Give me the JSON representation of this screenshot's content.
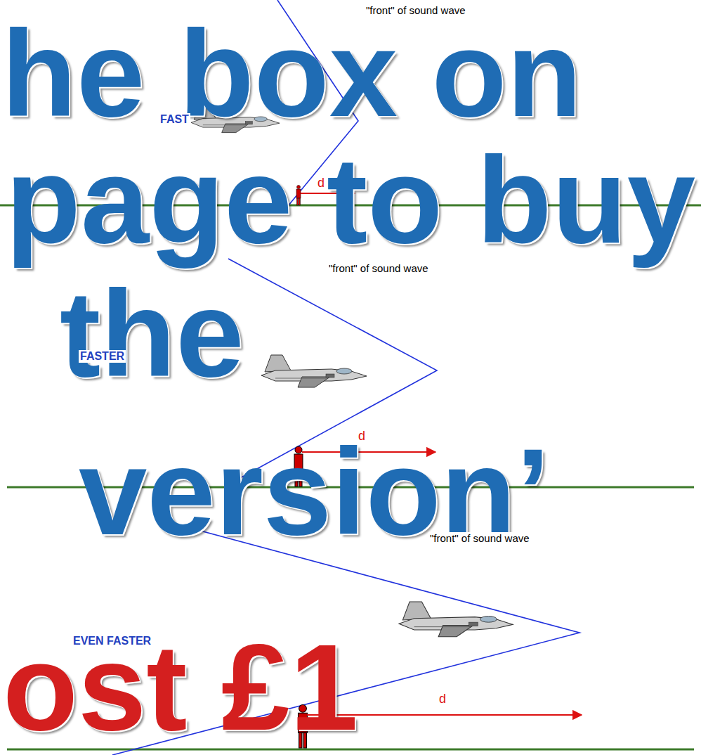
{
  "diagram": {
    "labels": [
      "he box on",
      "\"front\" of sound wave",
      "FAST",
      "d",
      "page to buy",
      "\"front\" of sound wave",
      "FASTER",
      "the",
      "d",
      "version’",
      "\"front\" of sound wave",
      "EVEN FASTER",
      "d",
      "ost £1"
    ]
  }
}
